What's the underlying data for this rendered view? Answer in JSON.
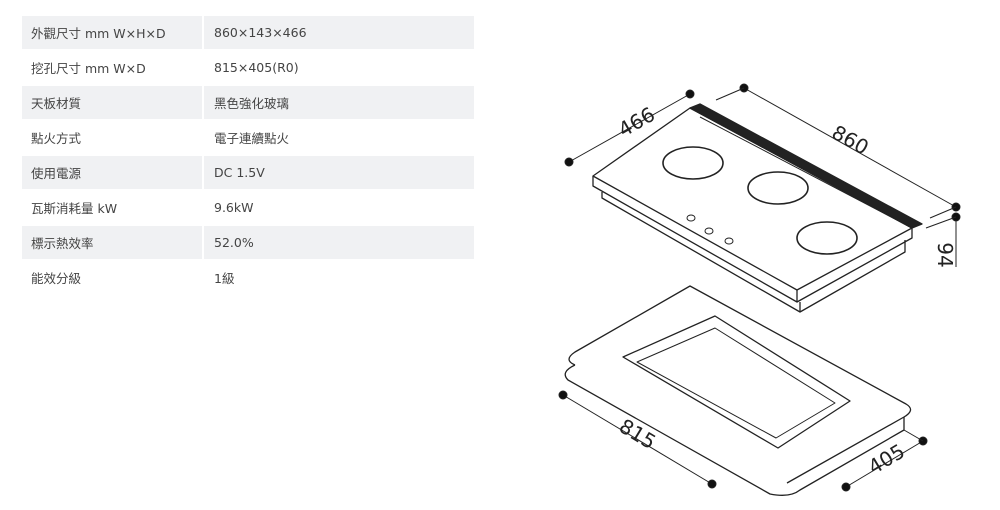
{
  "specs": [
    {
      "label": "外觀尺寸 mm W×H×D",
      "value": "860×143×466"
    },
    {
      "label": "挖孔尺寸 mm W×D",
      "value": "815×405(R0)"
    },
    {
      "label": "天板材質",
      "value": "黑色強化玻璃"
    },
    {
      "label": "點火方式",
      "value": "電子連續點火"
    },
    {
      "label": "使用電源",
      "value": "DC 1.5V"
    },
    {
      "label": "瓦斯消耗量 kW",
      "value": "9.6kW"
    },
    {
      "label": "標示熱效率",
      "value": "52.0%"
    },
    {
      "label": "能效分級",
      "value": "1級"
    }
  ],
  "dimensions": {
    "depth": "466",
    "width": "860",
    "height": "94",
    "cutout_width": "815",
    "cutout_depth": "405"
  }
}
